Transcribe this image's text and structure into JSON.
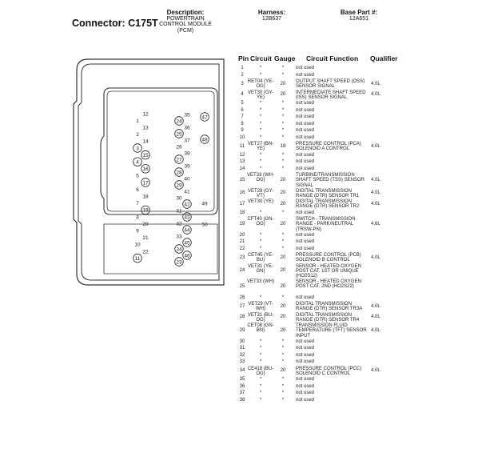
{
  "header": {
    "connector_title": "Connector: C175T",
    "description_label": "Description:",
    "description_value": "POWERTRAIN CONTROL MODULE (PCM)",
    "harness_label": "Harness:",
    "harness_value": "12B637",
    "base_part_label": "Base Part #:",
    "base_part_value": "12A651"
  },
  "table": {
    "headers": {
      "pin": "Pin",
      "circuit": "Circuit",
      "gauge": "Gauge",
      "function": "Circuit Function",
      "qualifier": "Qualifier"
    },
    "rows": [
      {
        "pin": "1",
        "circuit": "*",
        "gauge": "*",
        "function": "not used",
        "qualifier": ""
      },
      {
        "pin": "2",
        "circuit": "*",
        "gauge": "*",
        "function": "not used",
        "qualifier": ""
      },
      {
        "pin": "3",
        "circuit": "RET04 (YE-OG)",
        "gauge": "20",
        "function": "OUTPUT SHAFT SPEED (OSS) SENSOR SIGNAL",
        "qualifier": "4.0L"
      },
      {
        "pin": "4",
        "circuit": "VET30 (GY-YE)",
        "gauge": "20",
        "function": "INTERMEDIATE SHAFT SPEED (ISS) SENSOR SIGNAL",
        "qualifier": "4.0L"
      },
      {
        "pin": "5",
        "circuit": "*",
        "gauge": "*",
        "function": "not used",
        "qualifier": ""
      },
      {
        "pin": "6",
        "circuit": "*",
        "gauge": "*",
        "function": "not used",
        "qualifier": ""
      },
      {
        "pin": "7",
        "circuit": "*",
        "gauge": "*",
        "function": "not used",
        "qualifier": ""
      },
      {
        "pin": "8",
        "circuit": "*",
        "gauge": "*",
        "function": "not used",
        "qualifier": ""
      },
      {
        "pin": "9",
        "circuit": "*",
        "gauge": "*",
        "function": "not used",
        "qualifier": ""
      },
      {
        "pin": "10",
        "circuit": "*",
        "gauge": "*",
        "function": "not used",
        "qualifier": ""
      },
      {
        "pin": "11",
        "circuit": "VET27 (BN-YE)",
        "gauge": "18",
        "function": "PRESSURE CONTROL (PCA) SOLENOID A CONTROL",
        "qualifier": "4.0L"
      },
      {
        "pin": "12",
        "circuit": "*",
        "gauge": "*",
        "function": "not used",
        "qualifier": ""
      },
      {
        "pin": "13",
        "circuit": "*",
        "gauge": "*",
        "function": "not used",
        "qualifier": ""
      },
      {
        "pin": "14",
        "circuit": "*",
        "gauge": "*",
        "function": "not used",
        "qualifier": ""
      },
      {
        "pin": "15",
        "circuit": "VET33 (WH-OG)",
        "gauge": "20",
        "function": "TURBINE/TRANSMISSION SHAFT SPEED (TSS) SENSOR SIGNAL",
        "qualifier": "4.0L"
      },
      {
        "pin": "16",
        "circuit": "VET28 (GY-VT)",
        "gauge": "20",
        "function": "DIGITAL TRANSMISSION RANGE (DTR) SENSOR TR1",
        "qualifier": "4.0L"
      },
      {
        "pin": "17",
        "circuit": "VET30 (YE)",
        "gauge": "20",
        "function": "DIGITAL TRANSMISSION RANGE (DTR) SENSOR TR2",
        "qualifier": "4.0L"
      },
      {
        "pin": "18",
        "circuit": "*",
        "gauge": "*",
        "function": "not used",
        "qualifier": ""
      },
      {
        "pin": "19",
        "circuit": "CFT40 (GN-OG)",
        "gauge": "20",
        "function": "SWITCH - TRANSMISSION RANGE - PARK/NEUTRAL (TRSW-PN)",
        "qualifier": "4.6L"
      },
      {
        "pin": "20",
        "circuit": "*",
        "gauge": "*",
        "function": "not used",
        "qualifier": ""
      },
      {
        "pin": "21",
        "circuit": "*",
        "gauge": "*",
        "function": "not used",
        "qualifier": ""
      },
      {
        "pin": "22",
        "circuit": "*",
        "gauge": "*",
        "function": "not used",
        "qualifier": ""
      },
      {
        "pin": "23",
        "circuit": "CET45 (YE-BU)",
        "gauge": "20",
        "function": "PRESSURE CONTROL (PCB) SOLENOID B CONTROL",
        "qualifier": "4.0L"
      },
      {
        "pin": "24",
        "circuit": "VET31 (YE-GN)",
        "gauge": "20",
        "function": "SENSOR - HEATED OXYGEN POST CAT. 1ST OR UNIQUE (HO2S12)",
        "qualifier": ""
      },
      {
        "pin": "25",
        "circuit": "VET33 (WH)",
        "gauge": "20",
        "function": "SENSOR - HEATED OXYGEN POST CAT. 2ND (HO2S22)",
        "qualifier": ""
      },
      {
        "pin": "26",
        "circuit": "*",
        "gauge": "*",
        "function": "not used",
        "qualifier": ""
      },
      {
        "pin": "27",
        "circuit": "VET29 (VT-WH)",
        "gauge": "20",
        "function": "DIGITAL TRANSMISSION RANGE (DTR) SENSOR TR3A",
        "qualifier": "4.0L"
      },
      {
        "pin": "28",
        "circuit": "VET31 (BU-OG)",
        "gauge": "20",
        "function": "DIGITAL TRANSMISSION RANGE (DTR) SENSOR TR4",
        "qualifier": "4.0L"
      },
      {
        "pin": "29",
        "circuit": "CET08 (GN-BN)",
        "gauge": "20",
        "function": "TRANSMISSION FLUID TEMPERATURE (TFT) SENSOR INPUT",
        "qualifier": "4.0L"
      },
      {
        "pin": "30",
        "circuit": "*",
        "gauge": "*",
        "function": "not used",
        "qualifier": ""
      },
      {
        "pin": "31",
        "circuit": "*",
        "gauge": "*",
        "function": "not used",
        "qualifier": ""
      },
      {
        "pin": "32",
        "circuit": "*",
        "gauge": "*",
        "function": "not used",
        "qualifier": ""
      },
      {
        "pin": "33",
        "circuit": "*",
        "gauge": "*",
        "function": "not used",
        "qualifier": ""
      },
      {
        "pin": "34",
        "circuit": "CE418 (BU-OG)",
        "gauge": "20",
        "function": "PRESSURE CONTROL (PCC) SOLENOID C CONTROL",
        "qualifier": "4.0L"
      },
      {
        "pin": "35",
        "circuit": "*",
        "gauge": "*",
        "function": "not used",
        "qualifier": ""
      },
      {
        "pin": "36",
        "circuit": "*",
        "gauge": "*",
        "function": "not used",
        "qualifier": ""
      },
      {
        "pin": "37",
        "circuit": "*",
        "gauge": "*",
        "function": "not used",
        "qualifier": ""
      },
      {
        "pin": "38",
        "circuit": "*",
        "gauge": "*",
        "function": "not used",
        "qualifier": ""
      }
    ]
  },
  "diagram": {
    "left_pins": [
      {
        "label": "12",
        "circled": false
      },
      {
        "label": "1",
        "circled": false
      },
      {
        "label": "13",
        "circled": false
      },
      {
        "label": "2",
        "circled": false
      },
      {
        "label": "14",
        "circled": false
      },
      {
        "label": "3",
        "circled": true
      },
      {
        "label": "15",
        "circled": true
      },
      {
        "label": "4",
        "circled": true
      },
      {
        "label": "16",
        "circled": true
      },
      {
        "label": "5",
        "circled": false
      },
      {
        "label": "17",
        "circled": true
      },
      {
        "label": "6",
        "circled": false
      },
      {
        "label": "18",
        "circled": false
      },
      {
        "label": "7",
        "circled": false
      },
      {
        "label": "19",
        "circled": true
      },
      {
        "label": "8",
        "circled": false
      },
      {
        "label": "20",
        "circled": false
      },
      {
        "label": "9",
        "circled": false
      },
      {
        "label": "21",
        "circled": false
      },
      {
        "label": "10",
        "circled": false
      },
      {
        "label": "22",
        "circled": false
      },
      {
        "label": "11",
        "circled": true
      }
    ],
    "mid_pins": [
      {
        "label": "35",
        "circled": false
      },
      {
        "label": "24",
        "circled": true
      },
      {
        "label": "36",
        "circled": false
      },
      {
        "label": "25",
        "circled": true
      },
      {
        "label": "37",
        "circled": false
      },
      {
        "label": "26",
        "circled": false
      },
      {
        "label": "38",
        "circled": false
      },
      {
        "label": "27",
        "circled": true
      },
      {
        "label": "39",
        "circled": false
      },
      {
        "label": "28",
        "circled": true
      },
      {
        "label": "40",
        "circled": false
      },
      {
        "label": "29",
        "circled": true
      },
      {
        "label": "41",
        "circled": false
      },
      {
        "label": "30",
        "circled": false
      },
      {
        "label": "42",
        "circled": true
      },
      {
        "label": "31",
        "circled": false
      },
      {
        "label": "43",
        "circled": true
      },
      {
        "label": "32",
        "circled": false
      },
      {
        "label": "44",
        "circled": true
      },
      {
        "label": "33",
        "circled": false
      },
      {
        "label": "45",
        "circled": true
      },
      {
        "label": "34",
        "circled": true
      },
      {
        "label": "46",
        "circled": true
      },
      {
        "label": "23",
        "circled": true
      }
    ],
    "right_pins": [
      {
        "label": "47",
        "circled": true
      },
      {
        "label": "48",
        "circled": true
      },
      {
        "label": "49",
        "circled": false
      },
      {
        "label": "50",
        "circled": false
      }
    ]
  }
}
